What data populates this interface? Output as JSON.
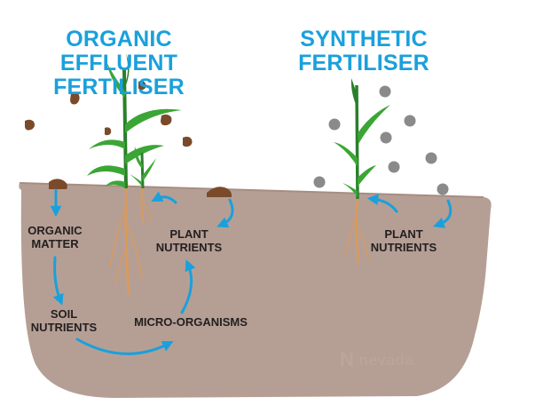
{
  "panels": {
    "organic": {
      "title_line1": "ORGANIC EFFLUENT",
      "title_line2": "FERTILISER",
      "labels": {
        "organic_matter_1": "ORGANIC",
        "organic_matter_2": "MATTER",
        "soil_nutrients_1": "SOIL",
        "soil_nutrients_2": "NUTRIENTS",
        "micro_organisms": "MICRO-ORGANISMS",
        "plant_nutrients_1": "PLANT",
        "plant_nutrients_2": "NUTRIENTS"
      }
    },
    "synthetic": {
      "title_line1": "SYNTHETIC",
      "title_line2": "FERTILISER",
      "labels": {
        "plant_nutrients_1": "PLANT",
        "plant_nutrients_2": "NUTRIENTS"
      }
    }
  },
  "watermark": {
    "mark": "N",
    "text": "nevada"
  },
  "colors": {
    "title": "#1aa0dc",
    "arrow": "#1aa0dc",
    "soil": "#b59f95",
    "soil_top": "#a68d82",
    "leaf": "#3ba635",
    "leaf_dark": "#2a7f2a",
    "root": "#d99a5e",
    "organic_chunk": "#7a4a2a",
    "granule": "#8a8a8a",
    "label_text": "#231f20"
  },
  "icons": [
    "wheat-plant-icon",
    "organic-chunk-icon",
    "fertiliser-granule-icon",
    "cycle-arrow-icon"
  ]
}
